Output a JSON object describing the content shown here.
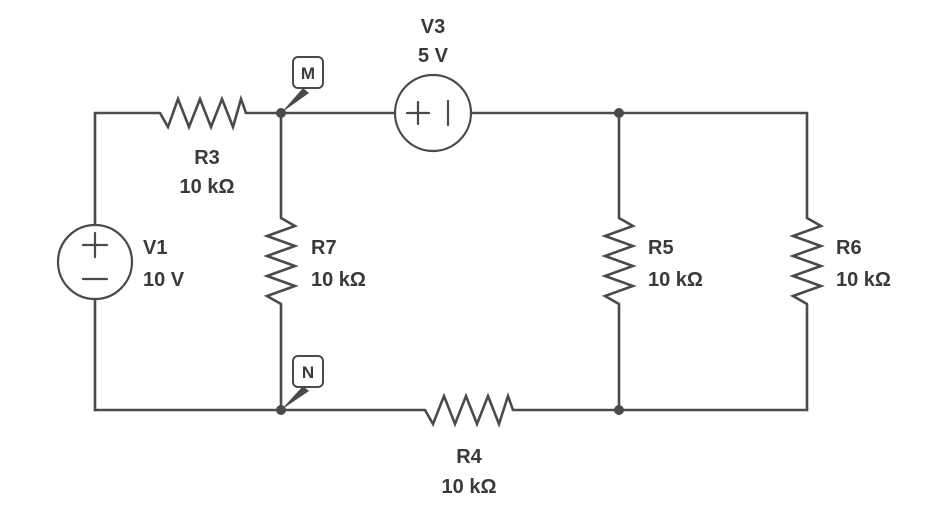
{
  "components": {
    "V1": {
      "name": "V1",
      "value": "10 V"
    },
    "V3": {
      "name": "V3",
      "value": "5 V"
    },
    "R3": {
      "name": "R3",
      "value": "10 kΩ"
    },
    "R4": {
      "name": "R4",
      "value": "10 kΩ"
    },
    "R5": {
      "name": "R5",
      "value": "10 kΩ"
    },
    "R6": {
      "name": "R6",
      "value": "10 kΩ"
    },
    "R7": {
      "name": "R7",
      "value": "10 kΩ"
    }
  },
  "nodes": {
    "M": "M",
    "N": "N"
  },
  "colors": {
    "line": "#4a4a4a",
    "text": "#3a3a3a",
    "background": "#ffffff"
  }
}
